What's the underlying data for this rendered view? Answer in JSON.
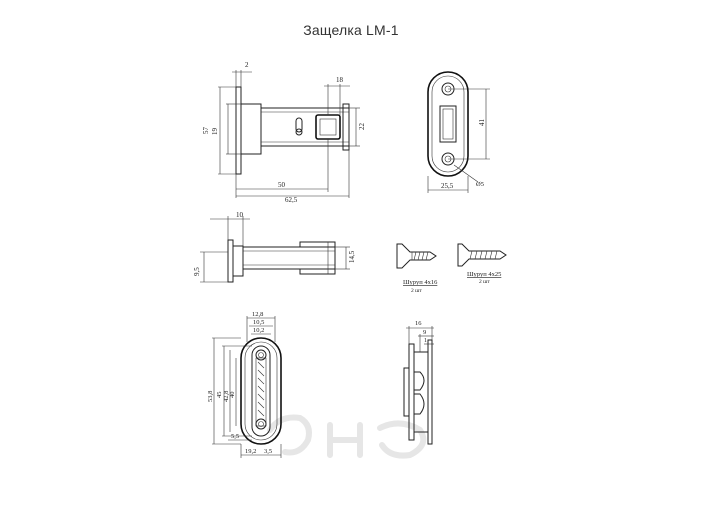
{
  "title": "Защелка LM-1",
  "views": {
    "side": {
      "dims": {
        "flange_thk": "2",
        "total_height": "57",
        "body_height": "19",
        "square": "18",
        "body_width": "22",
        "backset": "50",
        "total_length": "62,5"
      }
    },
    "front_plate": {
      "dims": {
        "hole_spacing": "41",
        "width": "25,5",
        "hole_dia": "Ø5"
      }
    },
    "top": {
      "dims": {
        "flange_thk": "10",
        "offset": "9,5",
        "body_height": "14,5"
      }
    },
    "screws": [
      {
        "label": "Шуруп 4х16",
        "qty": "2 шт"
      },
      {
        "label": "Шуруп 4х25",
        "qty": "2 шт"
      }
    ],
    "strike": {
      "dims": {
        "w1": "12,8",
        "w2": "10,5",
        "w3": "10,2",
        "h_total": "53,8",
        "h_outer": "45",
        "h_inner": "42,8",
        "h_slot": "40",
        "depth": "5,5",
        "width": "19,2",
        "edge": "3,5"
      }
    },
    "strike_side": {
      "dims": {
        "depth": "16",
        "lip": "9",
        "thk": "1"
      }
    }
  }
}
